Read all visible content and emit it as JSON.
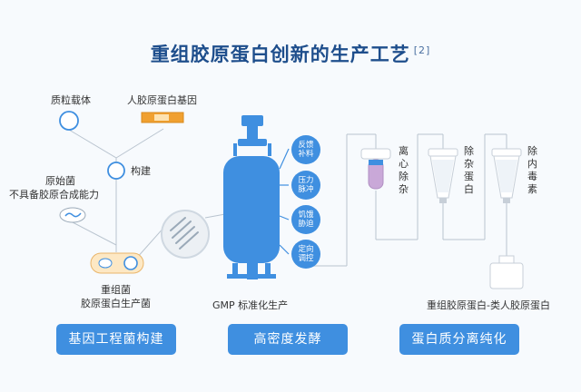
{
  "title": "重组胶原蛋白创新的生产工艺",
  "title_ref": "[2]",
  "labels": {
    "plasmid": "质粒载体",
    "gene": "人胶原蛋白基因",
    "construct": "构建",
    "host_line1": "原始菌",
    "host_line2": "不具备胶原合成能力",
    "recomb_line1": "重组菌",
    "recomb_line2": "胶原蛋白生产菌",
    "gmp": "GMP 标准化生产",
    "product": "重组胶原蛋白-类人胶原蛋白"
  },
  "fermenter_controls": [
    "反馈补料",
    "压力脉冲",
    "饥饿胁迫",
    "定向调控"
  ],
  "purification_steps": [
    "离心除杂",
    "除杂蛋白",
    "除内毒素"
  ],
  "stages": [
    "基因工程菌构建",
    "高密度发酵",
    "蛋白质分离纯化"
  ],
  "colors": {
    "primary": "#3f8fe0",
    "title": "#1e4e8c",
    "line": "#b9c4cf",
    "gene_orange": "#f0a030",
    "tube_purple": "#c9a8d8"
  }
}
